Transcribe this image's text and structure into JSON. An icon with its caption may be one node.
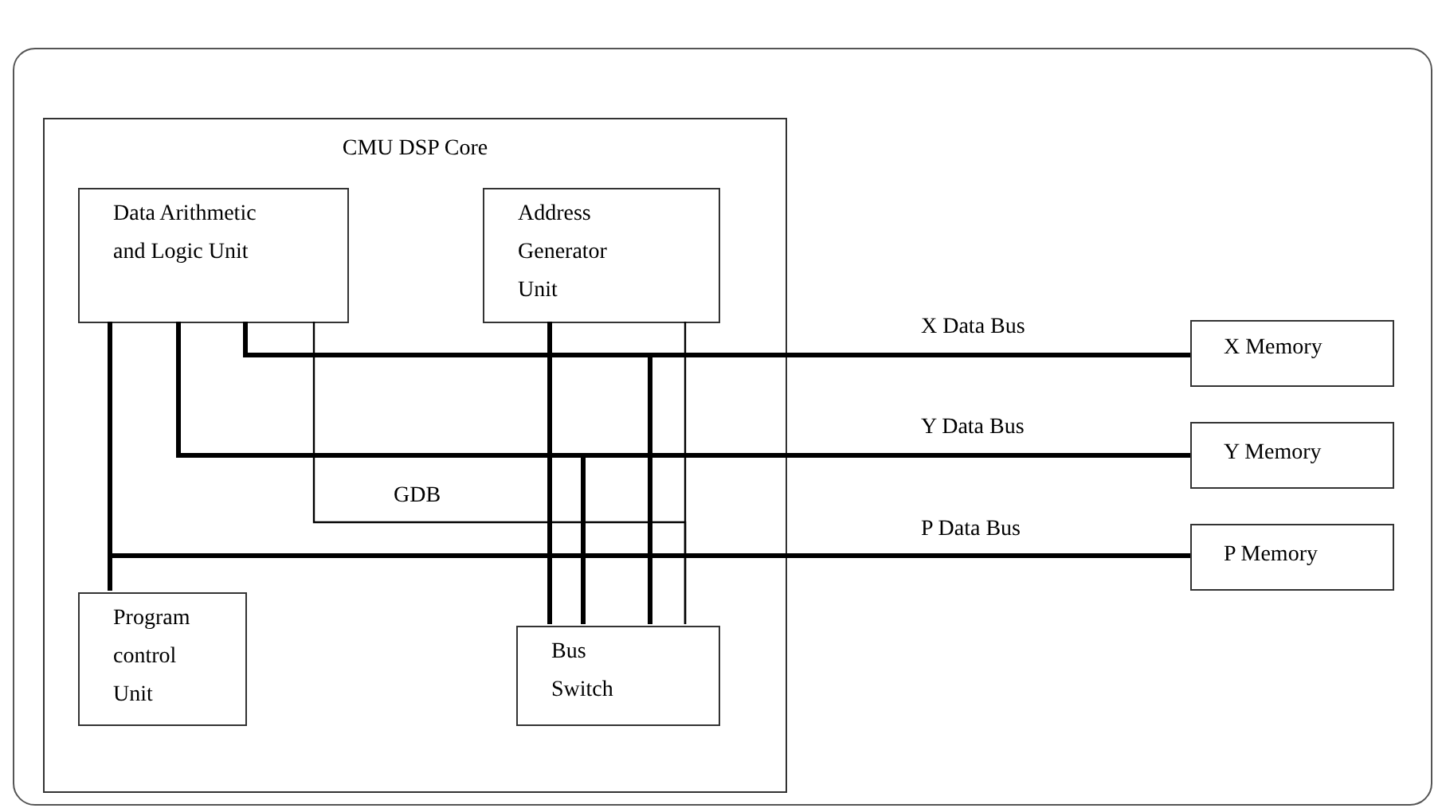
{
  "diagram": {
    "nodes": [
      {
        "text": [
          "CMU DSP Core"
        ]
      },
      {
        "text": [
          "Data Arithmetic and Logic Unit"
        ],
        "in": 0
      },
      {
        "text": [
          "Address Generator Unit"
        ],
        "in": 0
      },
      {
        "text": [
          "Program control Unit"
        ],
        "in": 0
      },
      {
        "text": [
          "Bus Switch"
        ],
        "in": 0
      },
      {
        "text": [
          "X Memory"
        ]
      },
      {
        "text": [
          "Y Memory"
        ]
      },
      {
        "text": [
          "P Memory"
        ]
      }
    ],
    "edges": [
      {
        "from": 1,
        "to": 5,
        "arrow": "none",
        "label": "X Data Bus"
      },
      {
        "from": 1,
        "to": 6,
        "arrow": "none",
        "label": "Y Data Bus"
      },
      {
        "from": 1,
        "to": 7,
        "arrow": "none",
        "label": "P Data Bus"
      },
      {
        "from": 1,
        "to": 3,
        "arrow": "none"
      },
      {
        "from": 2,
        "to": 4,
        "arrow": "none"
      },
      {
        "from": 4,
        "to": 6,
        "arrow": "none"
      },
      {
        "from": 4,
        "to": 5,
        "arrow": "none"
      },
      {
        "from": 1,
        "to": 4,
        "arrow": "none",
        "label": "GDB"
      },
      {
        "from": 2,
        "to": 4,
        "arrow": "none"
      }
    ]
  }
}
